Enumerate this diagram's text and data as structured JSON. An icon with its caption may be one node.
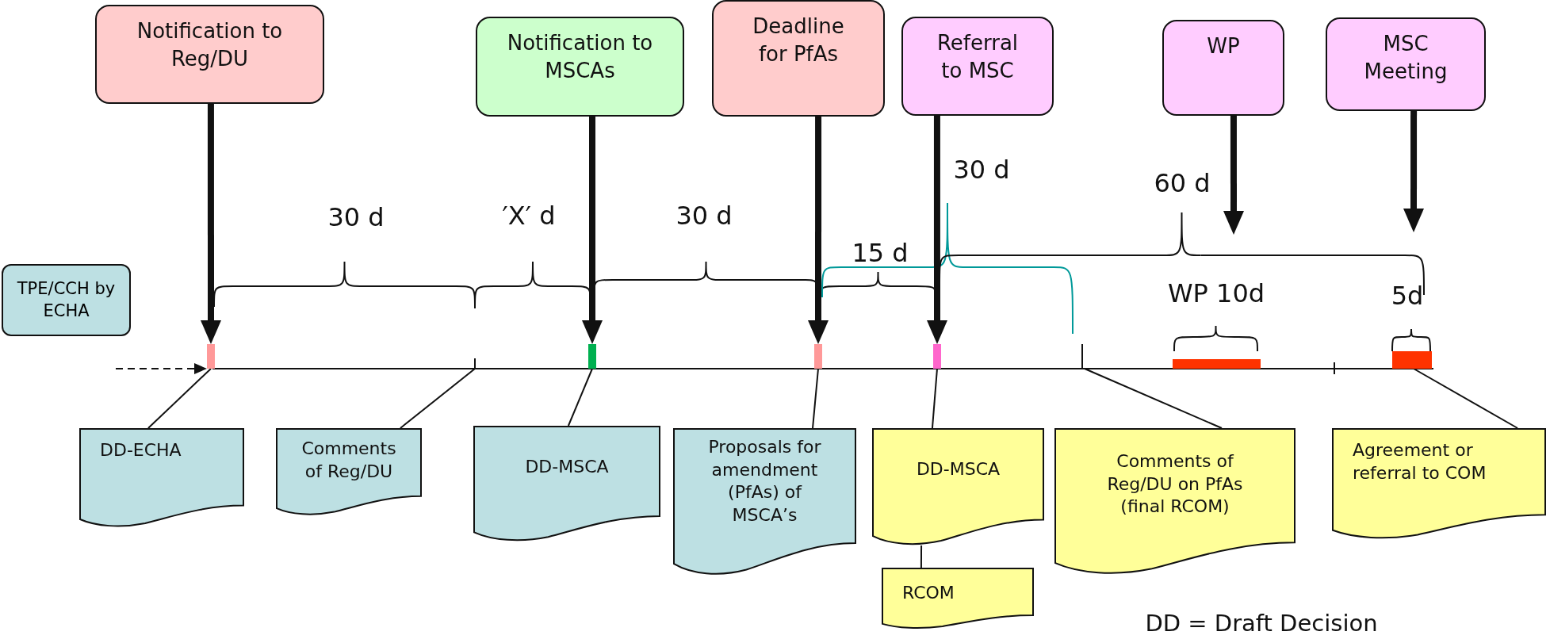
{
  "diagram": {
    "nodes": [
      {
        "text": [
          "Notification to Reg/DU"
        ]
      },
      {
        "text": [
          "Notification to MSCAs"
        ]
      },
      {
        "text": [
          "Deadline for PfAs"
        ]
      },
      {
        "text": [
          "Referral to MSC"
        ]
      },
      {
        "text": [
          "WP"
        ]
      },
      {
        "text": [
          "MSC Meeting"
        ]
      },
      {
        "text": [
          "TPE/CCH by ECHA"
        ]
      },
      {
        "text": [],
        "shape": "bar"
      },
      {
        "text": [],
        "shape": "bar"
      },
      {
        "text": [],
        "shape": "bar"
      },
      {
        "text": [],
        "shape": "bar"
      },
      {
        "text": [],
        "shape": "bar"
      },
      {
        "text": [],
        "shape": "bar"
      },
      {
        "text": [
          "DD-ECHA"
        ]
      },
      {
        "text": [
          "Comments of Reg/DU"
        ]
      },
      {
        "text": [
          "DD-MSCA"
        ]
      },
      {
        "text": [
          "Proposals for amendment (PfAs) of MSCA’s"
        ]
      },
      {
        "text": [
          "DD-MSCA"
        ]
      },
      {
        "text": [
          "RCOM"
        ]
      },
      {
        "text": [
          "Comments of Reg/DU on PfAs (final RCOM)"
        ]
      },
      {
        "text": [
          "Agreement or referral to COM"
        ]
      }
    ],
    "edges": [
      {
        "from": 0,
        "to": 7,
        "arrow": "to",
        "style": "thick"
      },
      {
        "from": 1,
        "to": 8,
        "arrow": "to",
        "style": "thick"
      },
      {
        "from": 2,
        "to": 9,
        "arrow": "to",
        "style": "thick"
      },
      {
        "from": 3,
        "to": 10,
        "arrow": "to",
        "style": "thick"
      },
      {
        "from": 4,
        "to": null,
        "arrow": "to",
        "style": "thick"
      },
      {
        "from": 5,
        "to": null,
        "arrow": "to",
        "style": "thick"
      },
      {
        "from": null,
        "to": 7,
        "arrow": "to",
        "style": "dashed"
      },
      {
        "from": 13,
        "to": 7,
        "arrow": "none"
      },
      {
        "from": 14,
        "to": null,
        "arrow": "none"
      },
      {
        "from": 15,
        "to": 8,
        "arrow": "none"
      },
      {
        "from": 16,
        "to": 9,
        "arrow": "none"
      },
      {
        "from": 17,
        "to": 10,
        "arrow": "none"
      },
      {
        "from": 17,
        "to": 18,
        "arrow": "none"
      },
      {
        "from": 19,
        "to": null,
        "arrow": "none"
      },
      {
        "from": 20,
        "to": 12,
        "arrow": "none"
      }
    ],
    "labels": [
      "30 d",
      "′X′ d",
      "30 d",
      "15 d",
      "30 d",
      "60 d",
      "WP 10d",
      "5d",
      "DD = Draft Decision"
    ]
  }
}
